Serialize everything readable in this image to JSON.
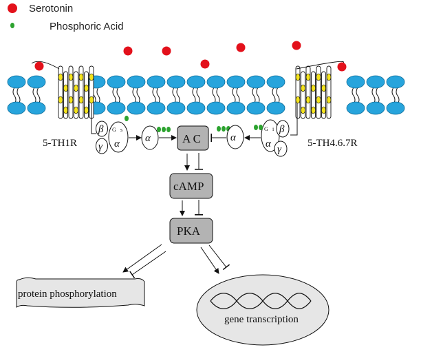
{
  "legend": {
    "serotonin_label": "Serotonin",
    "phosphoric_label": "Phosphoric Acid",
    "serotonin_color": "#e3111b",
    "phosphoric_color": "#2ca32f"
  },
  "receptors": {
    "left": "5-TH1R",
    "right": "5-TH4.6.7R"
  },
  "gprotein": {
    "beta": "β",
    "gamma": "γ",
    "alpha": "α",
    "gs_g": "G",
    "gs_s": "s",
    "gi_g": "G",
    "gi_i": "i"
  },
  "nodes": {
    "ac": "A C",
    "camp": "cAMP",
    "pka": "PKA",
    "protein": "protein phosphorylation",
    "gene": "gene transcription"
  },
  "colors": {
    "membrane_blue": "#27a4dc",
    "helix_yellow": "#f4e31d",
    "box_gray": "#b3b3b3",
    "ellipse_gray": "#e6e6e6"
  }
}
